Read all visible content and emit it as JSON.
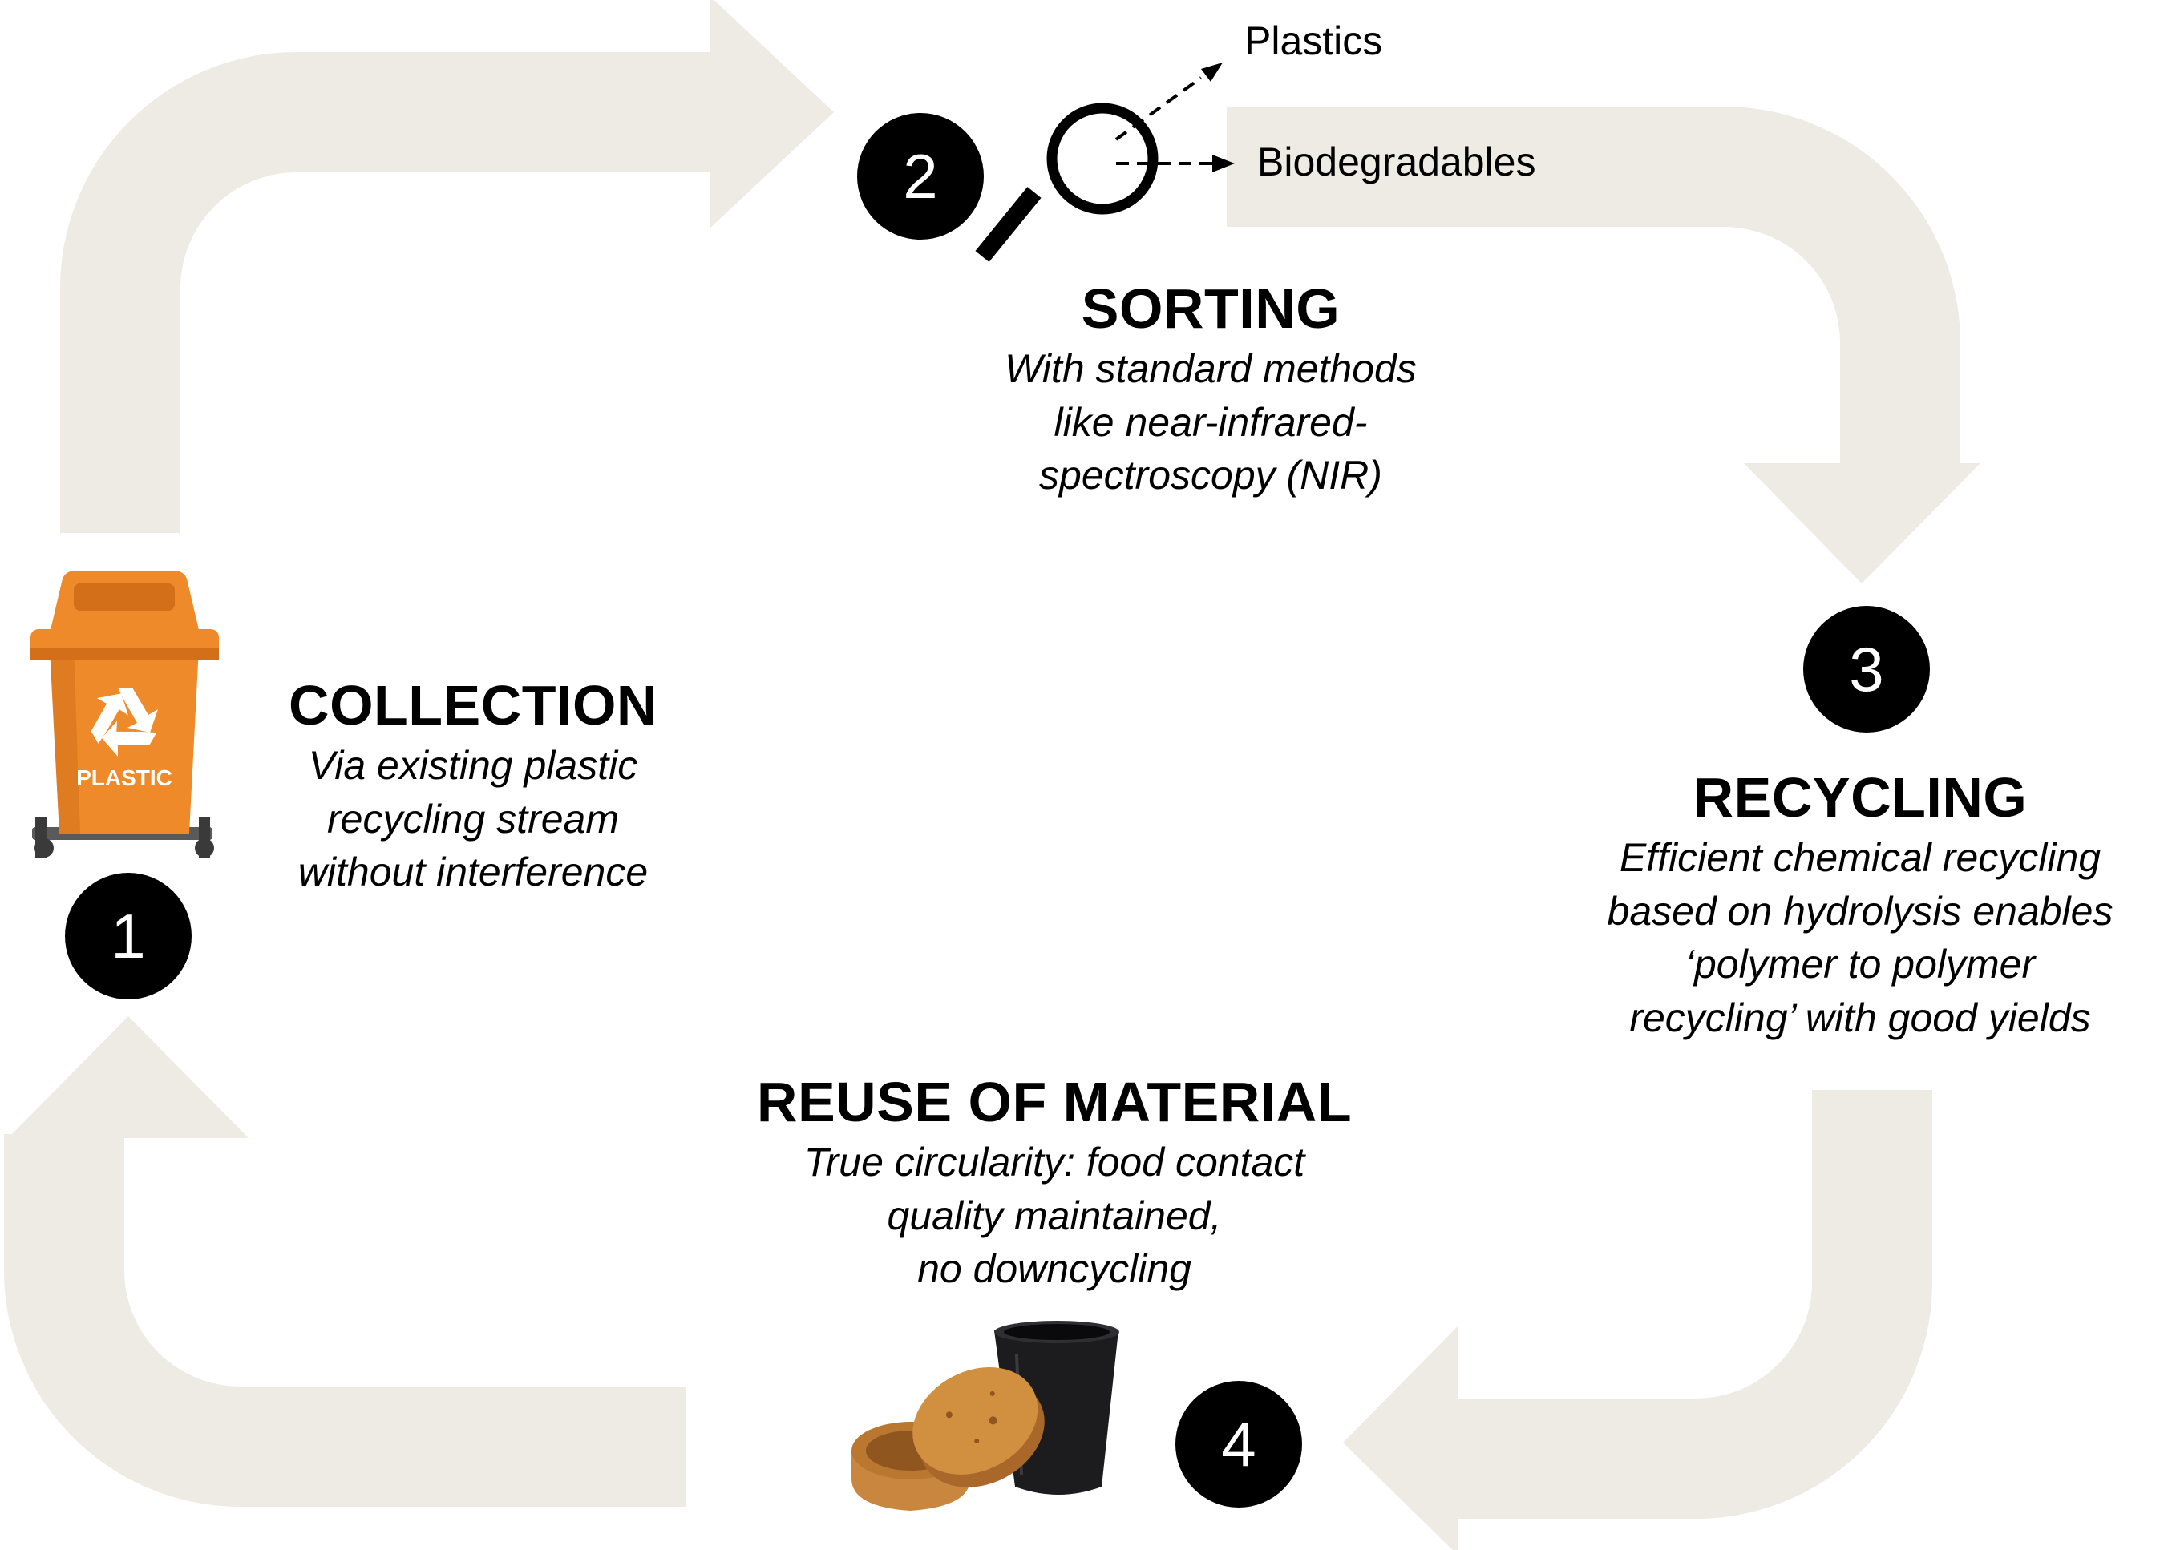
{
  "colors": {
    "cycle_arrow": "#eeeae4",
    "badge_fill": "#000000",
    "badge_text": "#ffffff",
    "bin_orange": "#ee8a2a",
    "bin_dark": "#d36f18",
    "container_dark": "#1c1c1f",
    "cork_brown": "#c8863e"
  },
  "icons": {
    "bin": "plastic-recycling-bin-icon",
    "magnifier": "magnifying-glass-icon",
    "products": "recycled-containers-icon",
    "recycle": "recycle-symbol-icon"
  },
  "bin_label": "PLASTIC",
  "sorting_outputs": [
    "Plastics",
    "Biodegradables"
  ],
  "steps": [
    {
      "number": "1",
      "title": "COLLECTION",
      "description": [
        "Via existing plastic",
        "recycling stream",
        "without interference"
      ]
    },
    {
      "number": "2",
      "title": "SORTING",
      "description": [
        "With standard methods",
        "like near-infrared-",
        "spectroscopy (NIR)"
      ]
    },
    {
      "number": "3",
      "title": "RECYCLING",
      "description": [
        "Efficient chemical recycling",
        "based on hydrolysis enables",
        "‘polymer to polymer",
        "recycling’ with good yields"
      ]
    },
    {
      "number": "4",
      "title": "REUSE OF MATERIAL",
      "description": [
        "True circularity: food contact",
        "quality maintained,",
        "no downcycling"
      ]
    }
  ]
}
